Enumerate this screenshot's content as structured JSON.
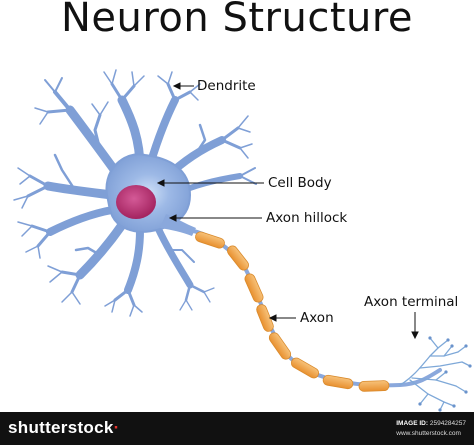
{
  "title": "Neuron Structure",
  "labels": {
    "dendrite": "Dendrite",
    "cell_body": "Cell Body",
    "axon_hillock": "Axon hillock",
    "axon": "Axon",
    "axon_terminal": "Axon terminal"
  },
  "footer": {
    "brand_name": "shutterstock",
    "brand_mark": "·",
    "image_id_label": "IMAGE ID:",
    "image_id": "2594284257",
    "site": "www.shutterstock.com"
  },
  "colors": {
    "neuron_body": "#7f9fd6",
    "neuron_outline": "#4c6fb3",
    "nucleus": "#b3286e",
    "myelin": "#f0a44a",
    "terminal": "#7ea8d8",
    "footer_bg": "#111111"
  }
}
